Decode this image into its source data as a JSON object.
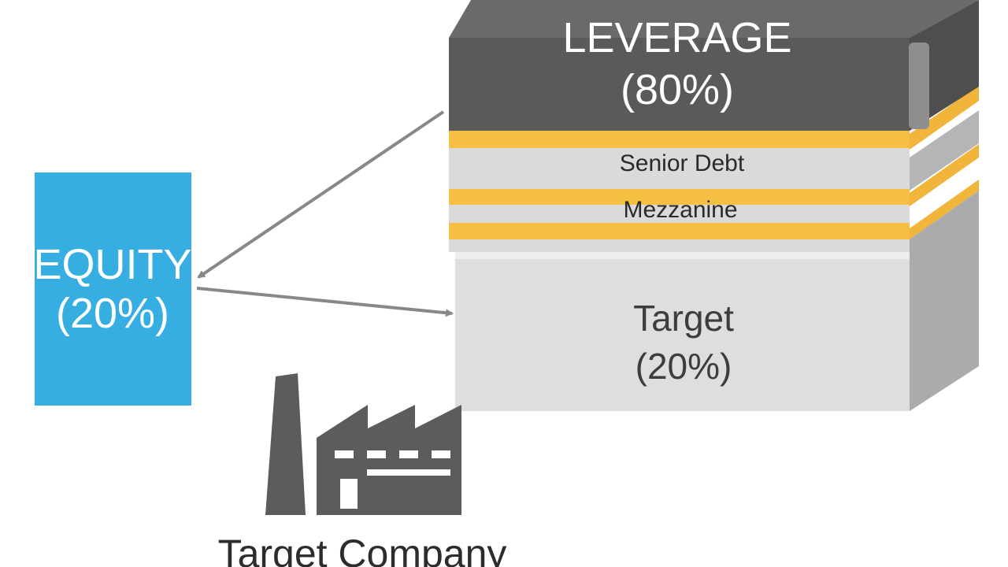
{
  "leverage": {
    "label": "LEVERAGE",
    "percent": "(80%)",
    "color": "#5a5a5a"
  },
  "layers": [
    {
      "label": "Senior Debt"
    },
    {
      "label": "Mezzanine"
    }
  ],
  "target": {
    "label": "Target",
    "percent": "(20%)"
  },
  "equity": {
    "label": "EQUITY",
    "percent": "(20%)",
    "color": "#37aee2"
  },
  "company": {
    "label": "Target Company",
    "icon": "factory-icon"
  },
  "colors": {
    "accent_stripe": "#f5bf42",
    "arrow": "#888888",
    "block_face": "#dcdedf"
  }
}
